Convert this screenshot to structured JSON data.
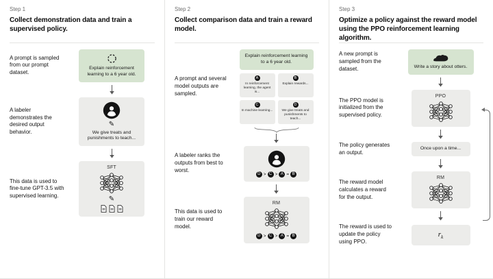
{
  "colors": {
    "green_box": "#d6e4d0",
    "gray_box": "#ececea"
  },
  "icons": {
    "pen_glyph": "✎"
  },
  "columns": [
    {
      "step": "Step 1",
      "title": "Collect demonstration data and train a supervised policy.",
      "rows": {
        "prompt": {
          "label": "A prompt is sampled from our prompt dataset.",
          "box_text": "Explain reinforcement learning to a 6 year old."
        },
        "labeler": {
          "label": "A labeler demonstrates the desired output behavior.",
          "box_text": "We give treats and punishments to teach..."
        },
        "finetune": {
          "label": "This data is used to fine-tune GPT-3.5 with supervised learning.",
          "box_title": "SFT"
        }
      }
    },
    {
      "step": "Step 2",
      "title": "Collect comparison data and train a reward model.",
      "rows": {
        "prompt": {
          "label": "A prompt and several model outputs are sampled.",
          "box_text": "Explain reinforcement learning to a 6 year old.",
          "outputs": [
            {
              "letter": "A",
              "text": "In reinforcement learning, the agent is..."
            },
            {
              "letter": "B",
              "text": "Explain rewards..."
            },
            {
              "letter": "C",
              "text": "In machine learning..."
            },
            {
              "letter": "D",
              "text": "We give treats and punishments to teach..."
            }
          ]
        },
        "labeler": {
          "label": "A labeler ranks the outputs from best to worst.",
          "ranking": [
            "D",
            ">",
            "C",
            ">",
            "A",
            "=",
            "B"
          ]
        },
        "reward": {
          "label": "This data is used to train our reward model.",
          "box_title": "RM",
          "ranking": [
            "D",
            ">",
            "C",
            ">",
            "A",
            "=",
            "B"
          ]
        }
      }
    },
    {
      "step": "Step 3",
      "title": "Optimize a policy against the reward model using the PPO reinforcement learning algorithm.",
      "rows": {
        "prompt": {
          "label": "A new prompt is sampled from the dataset.",
          "box_text": "Write a story about otters."
        },
        "ppo": {
          "label": "The PPO model is initialized from the supervised policy.",
          "box_title": "PPO"
        },
        "output": {
          "label": "The policy generates an output.",
          "box_text": "Once upon a time..."
        },
        "reward": {
          "label": "The reward model calculates a reward for the output.",
          "box_title": "RM"
        },
        "update": {
          "label": "The reward is used to update the policy using PPO.",
          "var_main": "r",
          "var_sub": "k"
        }
      }
    }
  ]
}
